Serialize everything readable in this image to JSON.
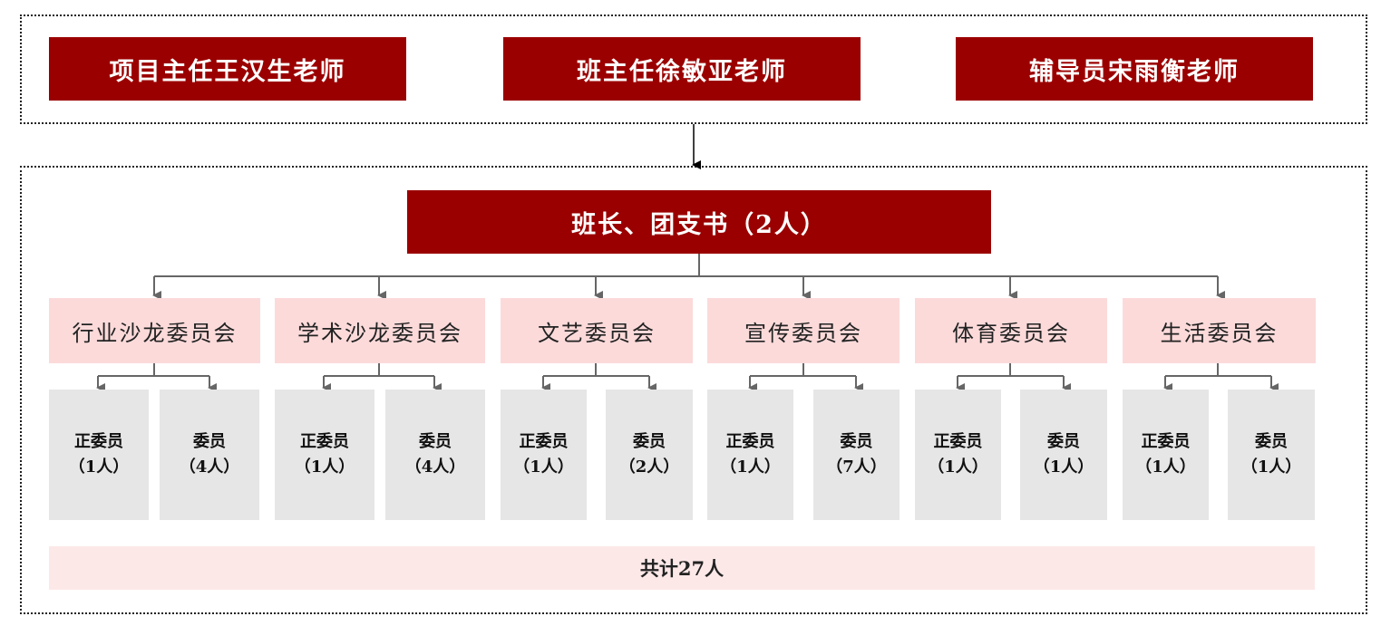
{
  "leaders": [
    {
      "label": "项目主任王汉生老师"
    },
    {
      "label": "班主任徐敏亚老师"
    },
    {
      "label": "辅导员宋雨衡老师"
    }
  ],
  "head": {
    "label": "班长、团支书（2人）"
  },
  "committees": [
    {
      "label": "行业沙龙委员会",
      "members": [
        {
          "role": "正委员",
          "count": "（1人）"
        },
        {
          "role": "委员",
          "count": "（4人）"
        }
      ]
    },
    {
      "label": "学术沙龙委员会",
      "members": [
        {
          "role": "正委员",
          "count": "（1人）"
        },
        {
          "role": "委员",
          "count": "（4人）"
        }
      ]
    },
    {
      "label": "文艺委员会",
      "members": [
        {
          "role": "正委员",
          "count": "（1人）"
        },
        {
          "role": "委员",
          "count": "（2人）"
        }
      ]
    },
    {
      "label": "宣传委员会",
      "members": [
        {
          "role": "正委员",
          "count": "（1人）"
        },
        {
          "role": "委员",
          "count": "（7人）"
        }
      ]
    },
    {
      "label": "体育委员会",
      "members": [
        {
          "role": "正委员",
          "count": "（1人）"
        },
        {
          "role": "委员",
          "count": "（1人）"
        }
      ]
    },
    {
      "label": "生活委员会",
      "members": [
        {
          "role": "正委员",
          "count": "（1人）"
        },
        {
          "role": "委员",
          "count": "（1人）"
        }
      ]
    }
  ],
  "total": {
    "label": "共计27人"
  },
  "colors": {
    "dark_red": "#9b0000",
    "pink": "#fcdada",
    "grey": "#e6e6e6",
    "light_pink": "#fde8e8"
  }
}
